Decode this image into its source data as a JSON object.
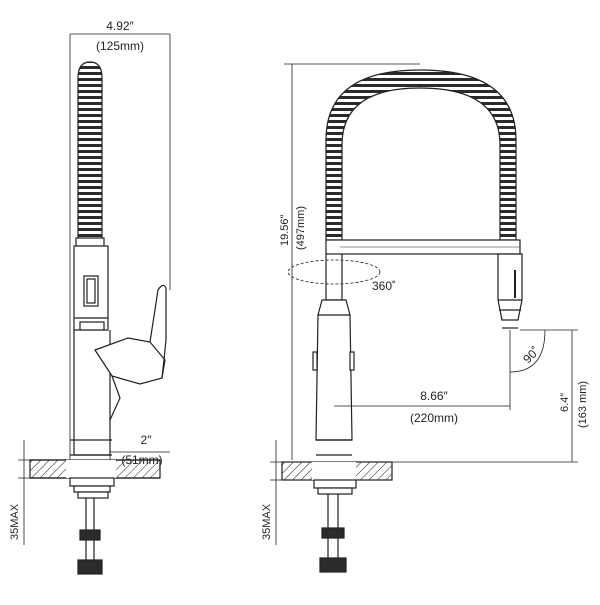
{
  "side_view": {
    "width_in": "4.92″",
    "width_mm": "(125mm)",
    "base_in": "2″",
    "base_mm": "(51mm)",
    "deck_label": "35MAX"
  },
  "front_view": {
    "height_in": "19.56″",
    "height_mm": "(497mm)",
    "rotation": "360˚",
    "reach_in": "8.66″",
    "reach_mm": "(220mm)",
    "angle": "90˚",
    "spout_in": "6.4″",
    "spout_mm": "(163 mm)",
    "deck_label": "35MAX"
  },
  "colors": {
    "line": "#231f20",
    "hose": "#3a3a3a",
    "dim_line": "#555555"
  }
}
